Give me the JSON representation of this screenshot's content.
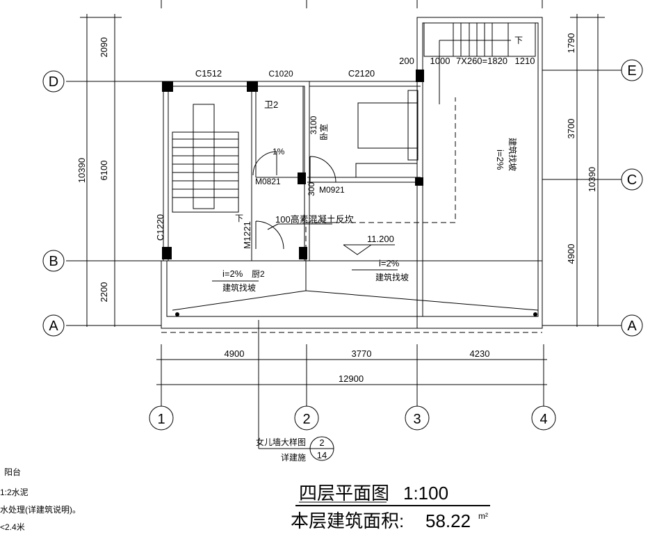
{
  "axes": {
    "D": "D",
    "E": "E",
    "C": "C",
    "B": "B",
    "A": "A",
    "n1": "1",
    "n2": "2",
    "n3": "3",
    "n4": "4"
  },
  "dims_left": {
    "total": "10390",
    "d1": "2090",
    "d2": "6100",
    "d3": "2200"
  },
  "dims_right": {
    "total": "10390",
    "d1": "1790",
    "d2": "3700",
    "d3": "4900"
  },
  "dims_bottom": {
    "d1": "4900",
    "d2": "3770",
    "d3": "4230",
    "total": "12900"
  },
  "stair_dims": {
    "a": "200",
    "b": "1000",
    "c": "7X260=1820",
    "d": "1210"
  },
  "windows": {
    "w1": "C1512",
    "w2": "C1020",
    "w3": "C2120",
    "w4": "C1220"
  },
  "doors": {
    "m1": "M0821",
    "m2": "M0921",
    "m3": "M1221"
  },
  "rooms": {
    "bath": "卫2",
    "bedroom": "卧室",
    "kitchen": "厨2"
  },
  "labels": {
    "bath_slope": "1%",
    "dim3100": "3100",
    "dim_small": "300",
    "curb": "100高素混凝土反坎",
    "elevation": "11.200",
    "slope1": "i=2%",
    "slope1_note": "建筑找坡",
    "slope2": "i=2%",
    "slope2_note": "建筑找坡",
    "slope3": "i=2%",
    "slope3_note": "建筑找坡",
    "down1": "下",
    "down2": "下"
  },
  "detail_ref": {
    "name": "女儿墙大样图",
    "ref": "详建施",
    "num": "2",
    "sheet": "14"
  },
  "notes": [
    "阳台",
    "1:2水泥",
    "水处理(详建筑说明)。",
    "<2.4米"
  ],
  "title": {
    "plan": "四层平面图",
    "scale": "1:100",
    "area_label": "本层建筑面积:",
    "area_value": "58.22",
    "area_unit": "m²"
  }
}
